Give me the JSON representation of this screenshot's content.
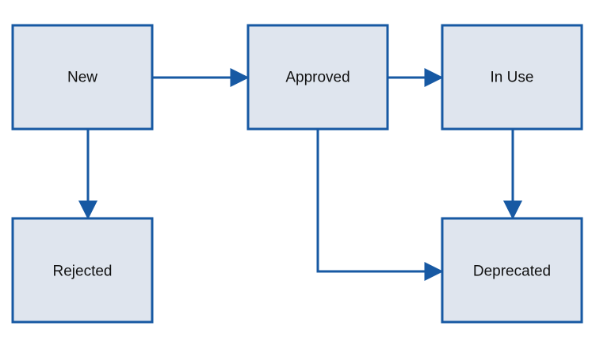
{
  "colors": {
    "node_fill": "#dfe5ee",
    "node_stroke": "#1759a3",
    "edge": "#1759a3"
  },
  "nodes": [
    {
      "id": "new",
      "label": "New"
    },
    {
      "id": "approved",
      "label": "Approved"
    },
    {
      "id": "in_use",
      "label": "In Use"
    },
    {
      "id": "rejected",
      "label": "Rejected"
    },
    {
      "id": "deprecated",
      "label": "Deprecated"
    }
  ],
  "edges": [
    {
      "from": "new",
      "to": "approved"
    },
    {
      "from": "approved",
      "to": "in_use"
    },
    {
      "from": "new",
      "to": "rejected"
    },
    {
      "from": "in_use",
      "to": "deprecated"
    },
    {
      "from": "approved",
      "to": "deprecated"
    }
  ]
}
